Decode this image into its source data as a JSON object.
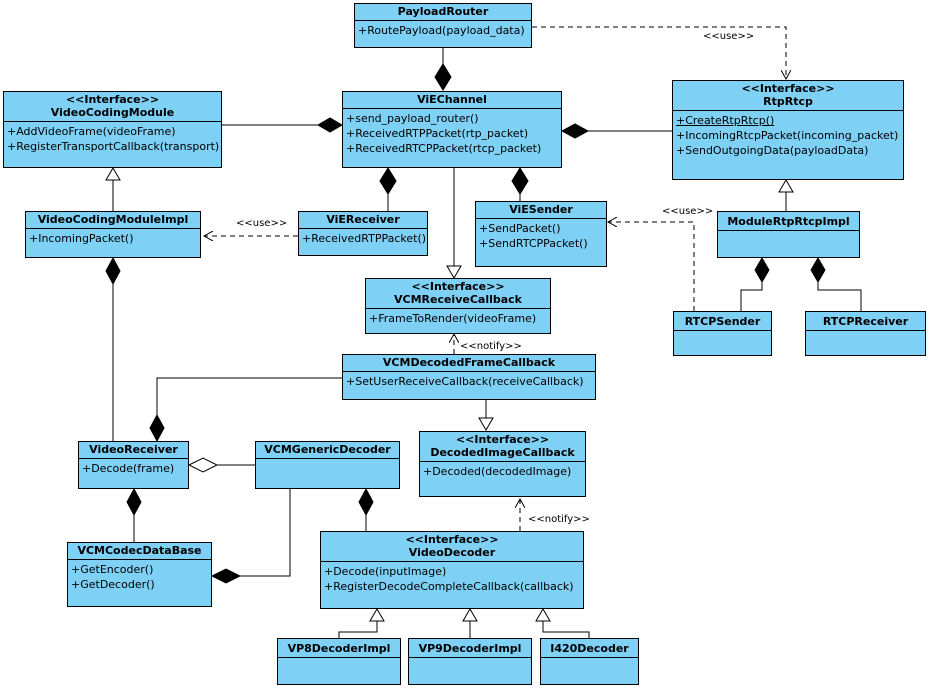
{
  "classes": {
    "payload_router": {
      "name": "PayloadRouter",
      "ops": [
        "+RoutePayload(payload_data)"
      ]
    },
    "video_coding_module": {
      "stereotype": "<<Interface>>",
      "name": "VideoCodingModule",
      "ops": [
        "+AddVideoFrame(videoFrame)",
        "+RegisterTransportCallback(transport)"
      ]
    },
    "vie_channel": {
      "name": "ViEChannel",
      "ops": [
        "+send_payload_router()",
        "+ReceivedRTPPacket(rtp_packet)",
        "+ReceivedRTCPPacket(rtcp_packet)"
      ]
    },
    "rtp_rtcp": {
      "stereotype": "<<Interface>>",
      "name": "RtpRtcp",
      "ops": [
        "+CreateRtpRtcp()",
        "+IncomingRtcpPacket(incoming_packet)",
        "+SendOutgoingData(payloadData)"
      ]
    },
    "video_coding_module_impl": {
      "name": "VideoCodingModuleImpl",
      "ops": [
        "+IncomingPacket()"
      ]
    },
    "vie_receiver": {
      "name": "ViEReceiver",
      "ops": [
        "+ReceivedRTPPacket()"
      ]
    },
    "vie_sender": {
      "name": "ViESender",
      "ops": [
        "+SendPacket()",
        "+SendRTCPPacket()"
      ]
    },
    "module_rtp_rtcp_impl": {
      "name": "ModuleRtpRtcpImpl",
      "ops": []
    },
    "vcm_receive_callback": {
      "stereotype": "<<Interface>>",
      "name": "VCMReceiveCallback",
      "ops": [
        "+FrameToRender(videoFrame)"
      ]
    },
    "rtcp_sender": {
      "name": "RTCPSender",
      "ops": []
    },
    "rtcp_receiver": {
      "name": "RTCPReceiver",
      "ops": []
    },
    "vcm_decoded_frame_callback": {
      "name": "VCMDecodedFrameCallback",
      "ops": [
        "+SetUserReceiveCallback(receiveCallback)"
      ]
    },
    "video_receiver": {
      "name": "VideoReceiver",
      "ops": [
        "+Decode(frame)"
      ]
    },
    "vcm_generic_decoder": {
      "name": "VCMGenericDecoder",
      "ops": []
    },
    "decoded_image_callback": {
      "stereotype": "<<Interface>>",
      "name": "DecodedImageCallback",
      "ops": [
        "+Decoded(decodedImage)"
      ]
    },
    "vcm_codec_database": {
      "name": "VCMCodecDataBase",
      "ops": [
        "+GetEncoder()",
        "+GetDecoder()"
      ]
    },
    "video_decoder": {
      "stereotype": "<<Interface>>",
      "name": "VideoDecoder",
      "ops": [
        "+Decode(inputImage)",
        "+RegisterDecodeCompleteCallback(callback)"
      ]
    },
    "vp8_decoder_impl": {
      "name": "VP8DecoderImpl",
      "ops": []
    },
    "vp9_decoder_impl": {
      "name": "VP9DecoderImpl",
      "ops": []
    },
    "i420_decoder": {
      "name": "I420Decoder",
      "ops": []
    }
  },
  "labels": {
    "use_1": "<<use>>",
    "use_2": "<<use>>",
    "use_3": "<<use>>",
    "notify_1": "<<notify>>",
    "notify_2": "<<notify>>"
  }
}
